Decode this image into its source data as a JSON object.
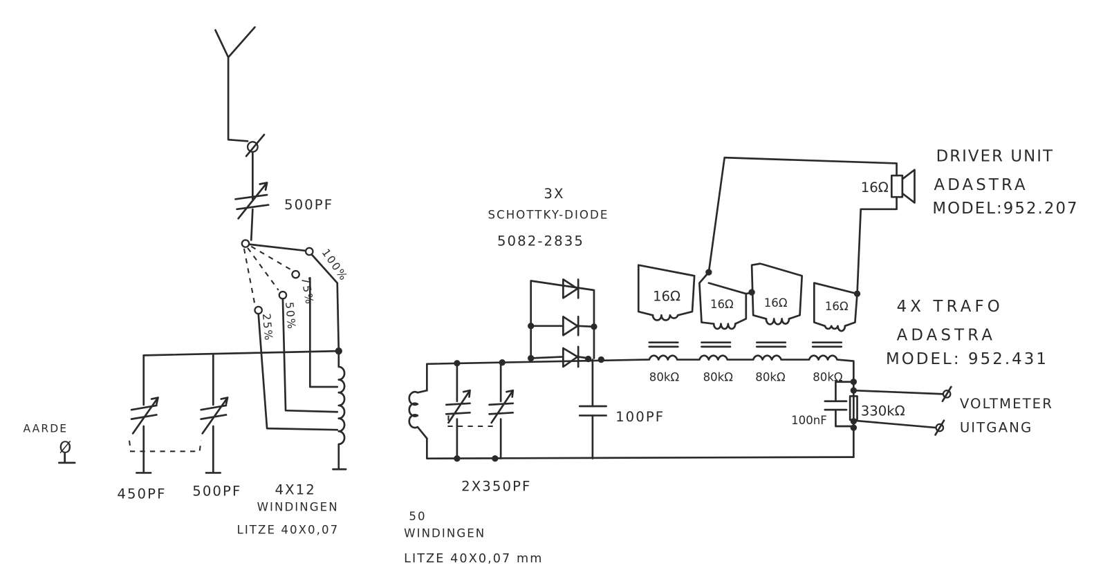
{
  "antenna_tuner": {
    "series_cap": "500PF",
    "taps": [
      "100%",
      "75%",
      "50%",
      "25%"
    ],
    "ground_label": "AARDE",
    "ground_symbol": "Ø",
    "cap1": "450PF",
    "cap2": "500PF",
    "coil_line1": "4X12",
    "coil_line2": "WINDINGEN",
    "coil_line3": "LITZE 40X0,07"
  },
  "detector": {
    "diode_count": "3X",
    "diode_type": "SCHOTTKY-DIODE",
    "diode_part": "5082-2835",
    "filter_cap": "100PF",
    "tuning_caps": "2X350PF",
    "coil_line1": "50",
    "coil_line2": "WINDINGEN",
    "coil_line3": "LITZE 40X0,07 mm"
  },
  "transformers": {
    "primary_labels": [
      "80kΩ",
      "80kΩ",
      "80kΩ",
      "80kΩ"
    ],
    "secondary_labels": [
      "16Ω",
      "16Ω",
      "16Ω",
      "16Ω"
    ],
    "title_line1": "4X TRAFO",
    "title_line2": "ADASTRA",
    "title_line3": "MODEL: 952.431"
  },
  "driver": {
    "impedance": "16Ω",
    "line1": "DRIVER UNIT",
    "line2": "ADASTRA",
    "line3": "MODEL:952.207"
  },
  "output": {
    "cap": "100nF",
    "resistor": "330kΩ",
    "line1": "VOLTMETER",
    "line2": "UITGANG"
  }
}
